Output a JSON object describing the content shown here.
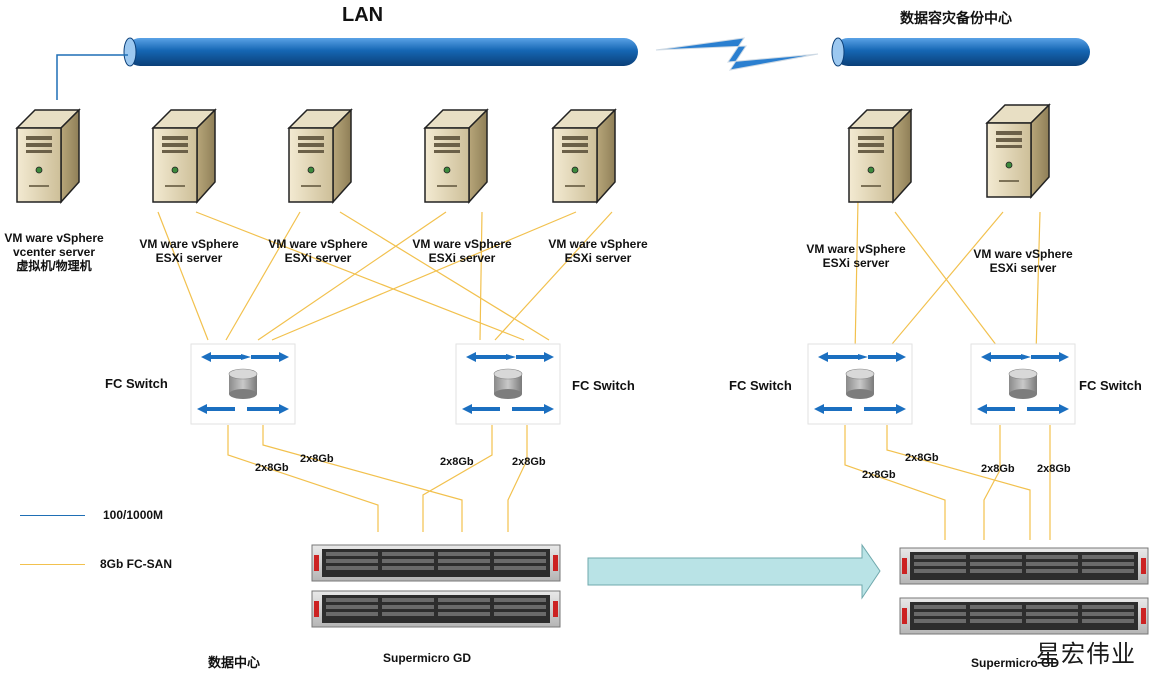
{
  "titles": {
    "lan": "LAN",
    "dr_center": "数据容灾备份中心",
    "datacenter": "数据中心"
  },
  "vcenter": {
    "line1": "VM ware vSphere",
    "line2": "vcenter server",
    "line3": "虚拟机/物理机"
  },
  "esxi_labels": [
    {
      "line1": "VM ware vSphere",
      "line2": "ESXi server"
    },
    {
      "line1": "VM ware vSphere",
      "line2": "ESXi server"
    },
    {
      "line1": "VM ware vSphere",
      "line2": "ESXi server"
    },
    {
      "line1": "VM ware vSphere",
      "line2": "ESXi server"
    },
    {
      "line1": "VM ware vSphere",
      "line2": "ESXi server"
    },
    {
      "line1": "VM ware vSphere",
      "line2": "ESXi server"
    }
  ],
  "fc_switch_labels": [
    "FC Switch",
    "FC Switch",
    "FC Switch",
    "FC Switch"
  ],
  "link_labels": [
    "2x8Gb",
    "2x8Gb",
    "2x8Gb",
    "2x8Gb",
    "2x8Gb",
    "2x8Gb",
    "2x8Gb",
    "2x8Gb"
  ],
  "storage_labels": [
    "Supermicro GD",
    "Supermicro GD"
  ],
  "legend": [
    {
      "label": "100/1000M",
      "color": "#1f6fb5"
    },
    {
      "label": "8Gb FC-SAN",
      "color": "#f2c14e"
    }
  ],
  "watermark": "星宏伟业",
  "colors": {
    "lan_pipe": "#1566b3",
    "fc_line": "#f2c14e",
    "arrow": "#1b6fc0",
    "replication_arrow": "#b9e3e6"
  }
}
